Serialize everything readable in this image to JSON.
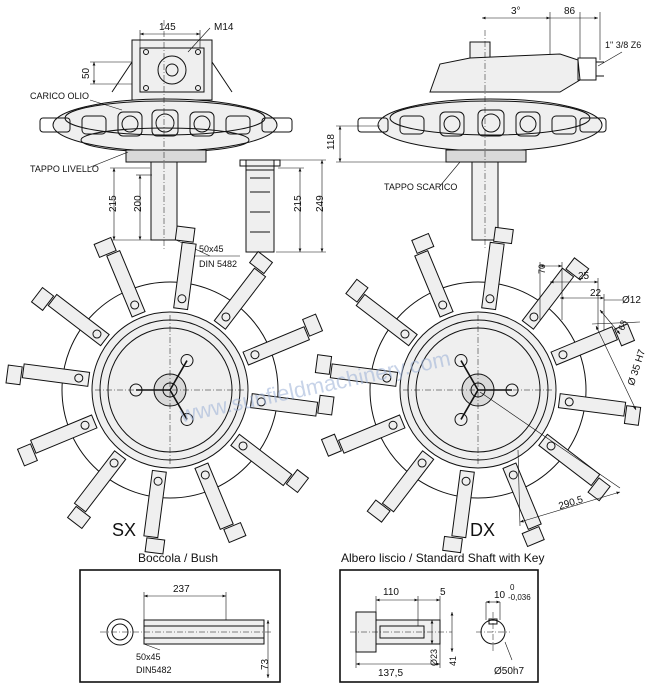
{
  "top_left": {
    "dim_145": "145",
    "thread_m14": "M14",
    "dim_50": "50",
    "label_carico_olio": "CARICO OLIO",
    "label_tappo_livello": "TAPPO LIVELLO",
    "dim_215": "215",
    "dim_200": "200",
    "dim_249": "249",
    "dim_215_side": "215",
    "spline_50x45": "50x45",
    "spline_din": "DIN 5482"
  },
  "top_right": {
    "dim_3deg": "3°",
    "dim_86": "86",
    "spline_1_3_8": "1\" 3/8 Z6",
    "dim_118": "118",
    "label_tappo_scarico": "TAPPO SCARICO"
  },
  "rotors": {
    "label_sx": "SX",
    "label_dx": "DX",
    "dim_70": "70",
    "dim_25": "25",
    "dim_22": "22",
    "dim_d12": "Ø12",
    "dim_68": "68",
    "dim_d35": "Ø 35 H7",
    "dim_290": "290,5"
  },
  "bush": {
    "title": "Boccola / Bush",
    "dim_237": "237",
    "dim_73": "73",
    "spline_50x45": "50x45",
    "spline_din": "DIN5482"
  },
  "shaft": {
    "title": "Albero liscio / Standard Shaft with Key",
    "dim_110": "110",
    "dim_5": "5",
    "tol_upper": "0",
    "tol_main": "10",
    "tol_lower": "-0,036",
    "dim_d23": "Ø23",
    "dim_41": "41",
    "dim_137": "137,5",
    "dim_d50": "Ø50h7"
  },
  "watermark": "www.sunfieldmachinery.com"
}
